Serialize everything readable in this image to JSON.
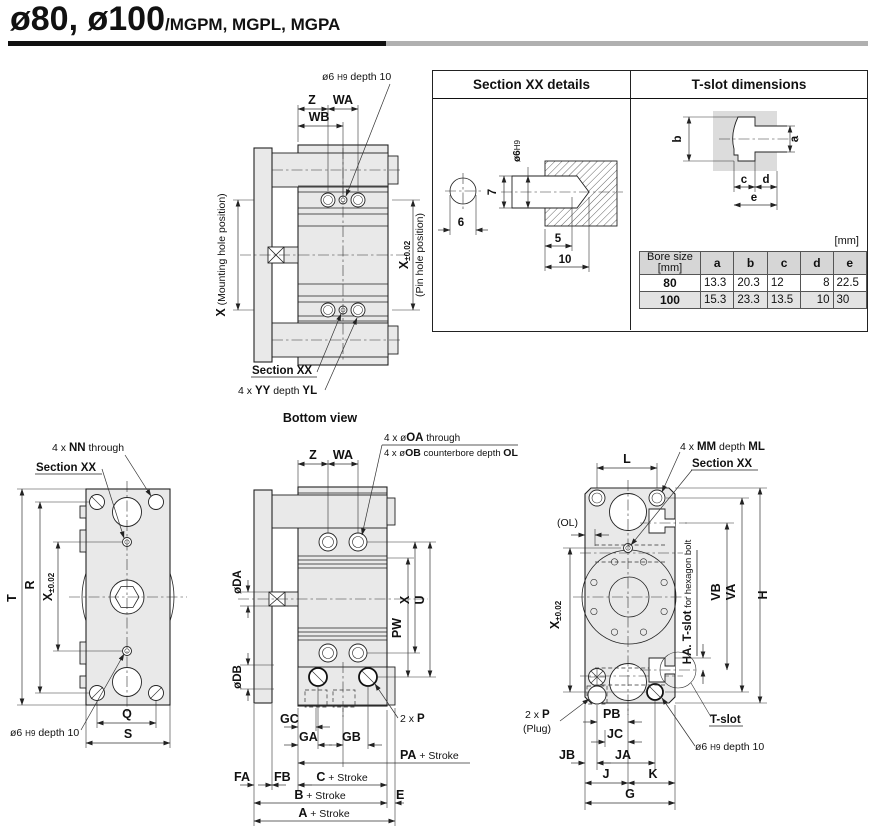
{
  "colors": {
    "rule_black": "#111111",
    "rule_gray": "#b0b0b0",
    "body_fill": "#e9e9e9",
    "table_header_bg": "#d6d6d6",
    "table_alt_row_bg": "#e3e3e3"
  },
  "header": {
    "title_bore": "ø80, ø100",
    "title_models": "/MGPM, MGPL, MGPA"
  },
  "panel_section_xx": {
    "title": "Section XX details",
    "dim_6": "6",
    "dim_7": "7",
    "dim_dia_pre": "ø6",
    "dim_dia_h9": "H9",
    "dim_5": "5",
    "dim_10": "10"
  },
  "panel_t_slot": {
    "title": "T-slot dimensions",
    "dim_a": "a",
    "dim_b": "b",
    "dim_c": "c",
    "dim_d": "d",
    "dim_e": "e",
    "unit": "[mm]",
    "table": {
      "bore_header_line1": "Bore size",
      "bore_header_line2": "[mm]",
      "cols": [
        "a",
        "b",
        "c",
        "d",
        "e"
      ],
      "rows": [
        {
          "bore": "80",
          "values": [
            "13.3",
            "20.3",
            "12",
            "8",
            "22.5"
          ]
        },
        {
          "bore": "100",
          "values": [
            "15.3",
            "23.3",
            "13.5",
            "10",
            "30"
          ]
        }
      ]
    }
  },
  "bottom_view": {
    "caption": "Bottom view",
    "note_pin_pre": "ø6 ",
    "note_pin_h9": "H9",
    "note_pin_post": " depth 10",
    "dim_z": "Z",
    "dim_wa": "WA",
    "dim_wb": "WB",
    "dim_x": "X",
    "note_mounting": " (Mounting hole position)",
    "dim_x2": "X",
    "dim_x2_tol": "±0.02",
    "note_pinhole": "(Pin hole position)",
    "note_section": "Section XX",
    "note_yy_pre": "4 x ",
    "note_yy_bold": "YY",
    "note_yy_mid": " depth ",
    "note_yy_bold2": "YL"
  },
  "left_view": {
    "note_nn_pre": "4 x ",
    "note_nn_bold": "NN",
    "note_nn_post": " through",
    "note_section": "Section XX",
    "dim_t": "T",
    "dim_r": "R",
    "dim_x": "X",
    "dim_x_tol": "±0.02",
    "dim_q": "Q",
    "dim_s": "S",
    "note_pin_pre": "ø6 ",
    "note_pin_h9": "H9",
    "note_pin_post": " depth 10"
  },
  "middle_view": {
    "note_oa_pre": "4 x ø",
    "note_oa_bold": "OA",
    "note_oa_post": " through",
    "note_ob_pre": "4 x ø",
    "note_ob_bold": "OB",
    "note_ob_mid": " counterbore depth ",
    "note_ob_bold2": "OL",
    "dim_z": "Z",
    "dim_wa": "WA",
    "dim_da": "øDA",
    "dim_db": "øDB",
    "dim_x": "X",
    "dim_u": "U",
    "dim_pw": "PW",
    "dim_gc": "GC",
    "dim_ga": "GA",
    "dim_gb": "GB",
    "note_p_pre": "2 x ",
    "note_p_bold": "P",
    "dim_pa": "PA",
    "dim_fa": "FA",
    "dim_fb": "FB",
    "dim_c": "C",
    "dim_b": "B",
    "dim_e": "E",
    "dim_a": "A",
    "plus_stroke": " + Stroke"
  },
  "right_view": {
    "note_mm_pre": "4 x ",
    "note_mm_bold": "MM",
    "note_mm_mid": " depth ",
    "note_mm_bold2": "ML",
    "note_section": "Section XX",
    "dim_l": "L",
    "note_ol": "(OL)",
    "dim_x": "X",
    "dim_x_tol": "±0.02",
    "dim_vb": "VB",
    "dim_va": "VA",
    "dim_h": "H",
    "note_ha_bold": "HA. T-slot",
    "note_ha_rest": " for hexagon bolt",
    "note_p_pre": "2 x ",
    "note_p_bold": "P",
    "note_plug": "(Plug)",
    "dim_pb": "PB",
    "dim_jc": "JC",
    "dim_jb": "JB",
    "dim_ja": "JA",
    "dim_j": "J",
    "dim_k": "K",
    "dim_g": "G",
    "note_tslot": "T-slot",
    "note_pin_pre": "ø6 ",
    "note_pin_h9": "H9",
    "note_pin_post": " depth 10"
  }
}
